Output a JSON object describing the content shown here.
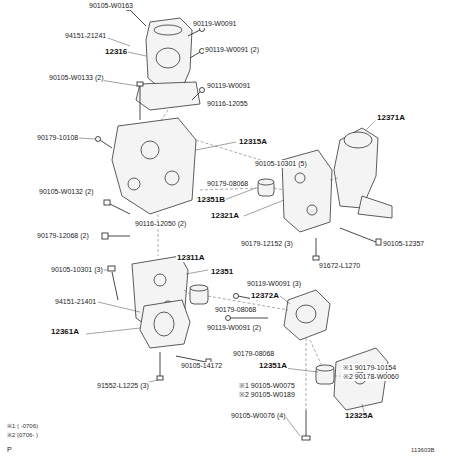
{
  "diagram": {
    "labels": [
      "90105-W0163",
      "90119-W0091",
      "94151-21241",
      "12316",
      "90119-W0091 (2)",
      "90105-W0133 (2)",
      "90119-W0091",
      "90116-12055",
      "90179-10108",
      "12315A",
      "12371A",
      "90105-10301 (5)",
      "90179-08068",
      "12351B",
      "90105-W0132 (2)",
      "12321A",
      "90116-12050 (2)",
      "90179-12068 (2)",
      "90179-12152 (3)",
      "90105-12357",
      "12311A",
      "91672-L1270",
      "90105-10301 (3)",
      "12351",
      "90119-W0091 (3)",
      "12372A",
      "94151-21401",
      "90179-08068",
      "12361A",
      "90119-W0091 (2)",
      "90179-08068",
      "※1 90179-10154",
      "※2 90178-W0060",
      "90105-14172",
      "12351A",
      "※1 90105-W0075",
      "※2 90105-W0189",
      "91552-L1225 (3)",
      "90105-W0076 (4)",
      "12325A",
      "※1 ( -0706)",
      "※2 (0706- )",
      "P",
      "113603B"
    ]
  }
}
